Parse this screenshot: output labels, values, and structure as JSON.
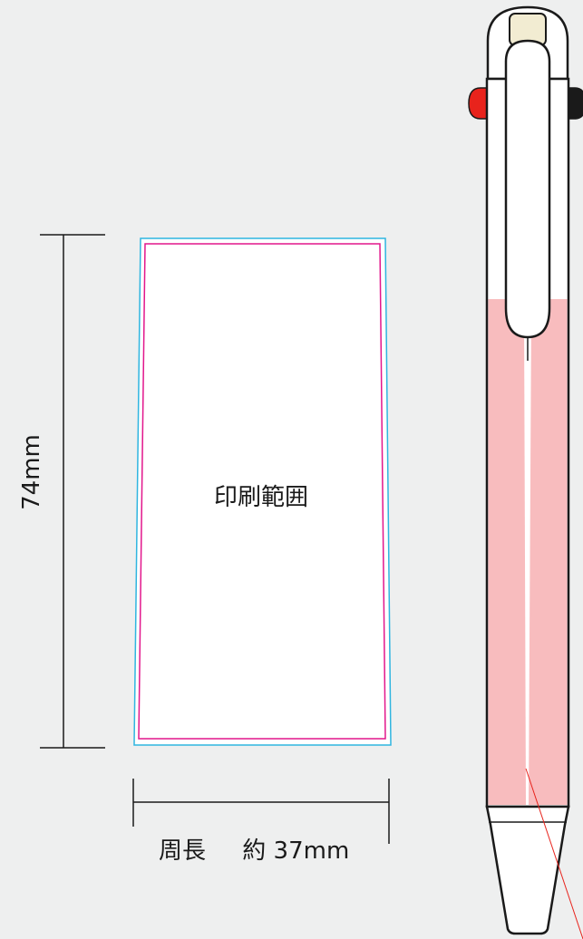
{
  "diagram": {
    "height_dimension": "74mm",
    "print_area_label": "印刷範囲",
    "circumference_prefix": "周長",
    "circumference_value": "約 37mm"
  },
  "colors": {
    "background": "#eeefef",
    "print_zone": "#f8bcbe",
    "bleed_outline": "#2fb5e0",
    "trim_outline": "#e2168c",
    "stroke": "#1a1a1a",
    "clip_button_red": "#e8231c",
    "clip_button_black": "#1a1a1a",
    "eraser": "#f2ecd2",
    "guide_line": "#e8231c"
  }
}
